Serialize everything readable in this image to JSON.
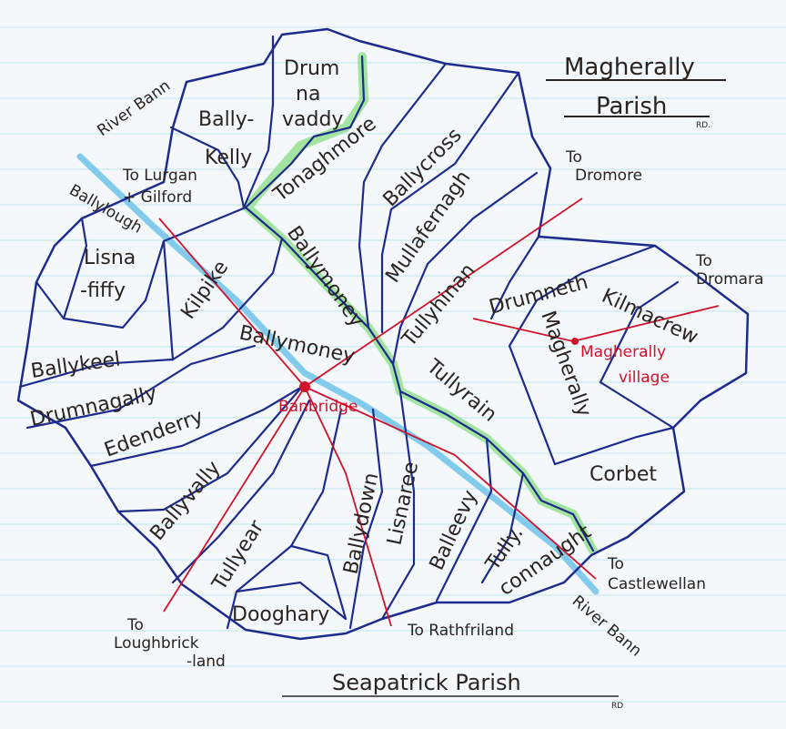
{
  "title": {
    "line1": "Magherally",
    "line2": "Parish",
    "initials": "RD."
  },
  "footer": {
    "label": "Seapatrick Parish",
    "initials": "RD"
  },
  "colors": {
    "boundary": "#1e2a8c",
    "road": "#d0122a",
    "river": "#6fc3ea",
    "green_road": "#8ee08a",
    "paper_line": "#bfe6ee"
  },
  "townlands": {
    "drumnavaddy": [
      "Drum",
      "na",
      "vaddy"
    ],
    "ballykelly": [
      "Bally-",
      "Kelly"
    ],
    "tonaghmore": "Tonaghmore",
    "ballycross": "Ballycross",
    "mullafernagh": "Mullafernagh",
    "ballymoney_north": "Ballymoney",
    "ballymoney": "Ballymoney",
    "lisnafiffy": [
      "Lisna",
      "-fiffy"
    ],
    "kilpike": "Kilpike",
    "ballykeel": "Ballykeel",
    "drumnagally": "Drumnagally",
    "edenderry": "Edenderry",
    "tullyhinan": "Tullyhinan",
    "drumneth": "Drumneth",
    "kilmacrew": "Kilmacrew",
    "magherally": "Magherally",
    "tullyrain": "Tullyrain",
    "corbet": "Corbet",
    "ballyvally": "Ballyvally",
    "tullyear": "Tullyear",
    "ballydown": "Ballydown",
    "lisnaree": "Lisnaree",
    "balleevy": "Balleevy",
    "tullyconnaught": [
      "Tully.",
      "connaught"
    ],
    "dooghary": "Dooghary",
    "ballylough": "Ballylough"
  },
  "towns": {
    "banbridge": "Banbridge",
    "magherally_village": [
      "Magherally",
      "village"
    ]
  },
  "directions": {
    "river_bann_north": "River Bann",
    "river_bann_south": "River Bann",
    "lurgan": [
      "To Lurgan",
      "+ Gilford"
    ],
    "dromore": [
      "To",
      "Dromore"
    ],
    "dromara": [
      "To",
      "Dromara"
    ],
    "castlewellan": [
      "To",
      "Castlewellan"
    ],
    "rathfriland": "To Rathfriland",
    "loughbrickland": [
      "To",
      "Loughbrick",
      "-land"
    ]
  }
}
